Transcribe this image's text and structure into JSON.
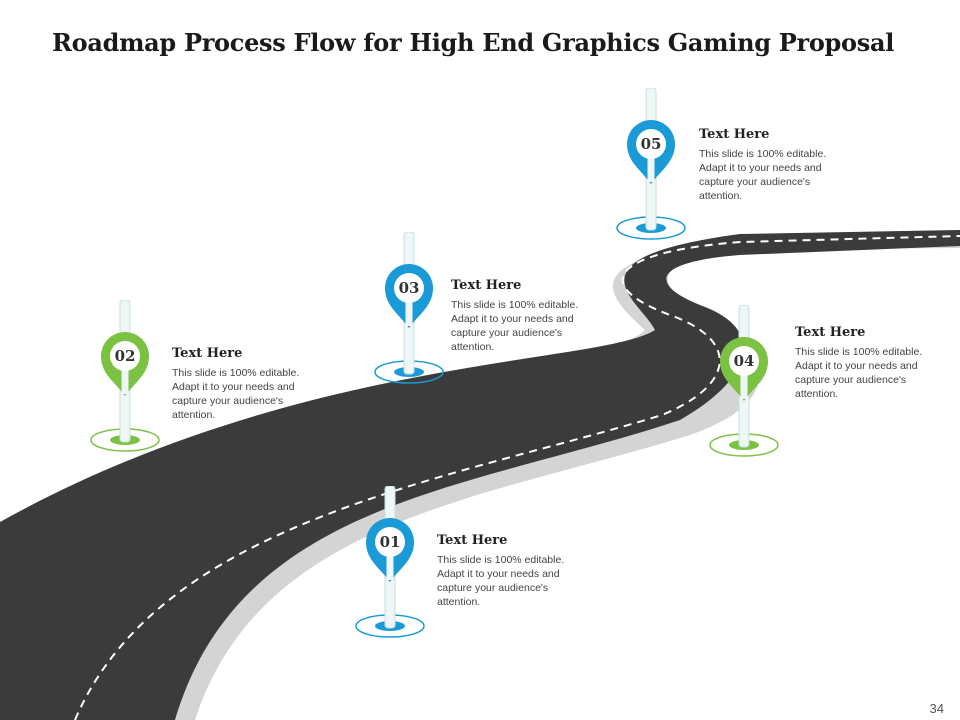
{
  "slide": {
    "title": "Roadmap Process Flow for High End Graphics Gaming Proposal",
    "page_number": "34"
  },
  "colors": {
    "road": "#3b3b3b",
    "road_shadow": "#d4d4d4",
    "lane_marking": "#ffffff",
    "blue": "#1a9ad6",
    "green": "#7cc242"
  },
  "icons": {
    "marker": "map-pin-icon"
  },
  "steps": [
    {
      "number": "01",
      "heading": "Text Here",
      "body": "This slide is 100% editable. Adapt it to your needs and capture your audience's attention.",
      "color": "blue"
    },
    {
      "number": "02",
      "heading": "Text Here",
      "body": "This slide is 100% editable. Adapt it to your needs and capture your audience's attention.",
      "color": "green"
    },
    {
      "number": "03",
      "heading": "Text Here",
      "body": "This slide is 100% editable. Adapt it to your needs and capture your audience's attention.",
      "color": "blue"
    },
    {
      "number": "04",
      "heading": "Text Here",
      "body": "This slide is 100% editable. Adapt it to your needs and capture your audience's attention.",
      "color": "green"
    },
    {
      "number": "05",
      "heading": "Text Here",
      "body": "This slide is 100% editable. Adapt it to your needs and capture your audience's attention.",
      "color": "blue"
    }
  ]
}
